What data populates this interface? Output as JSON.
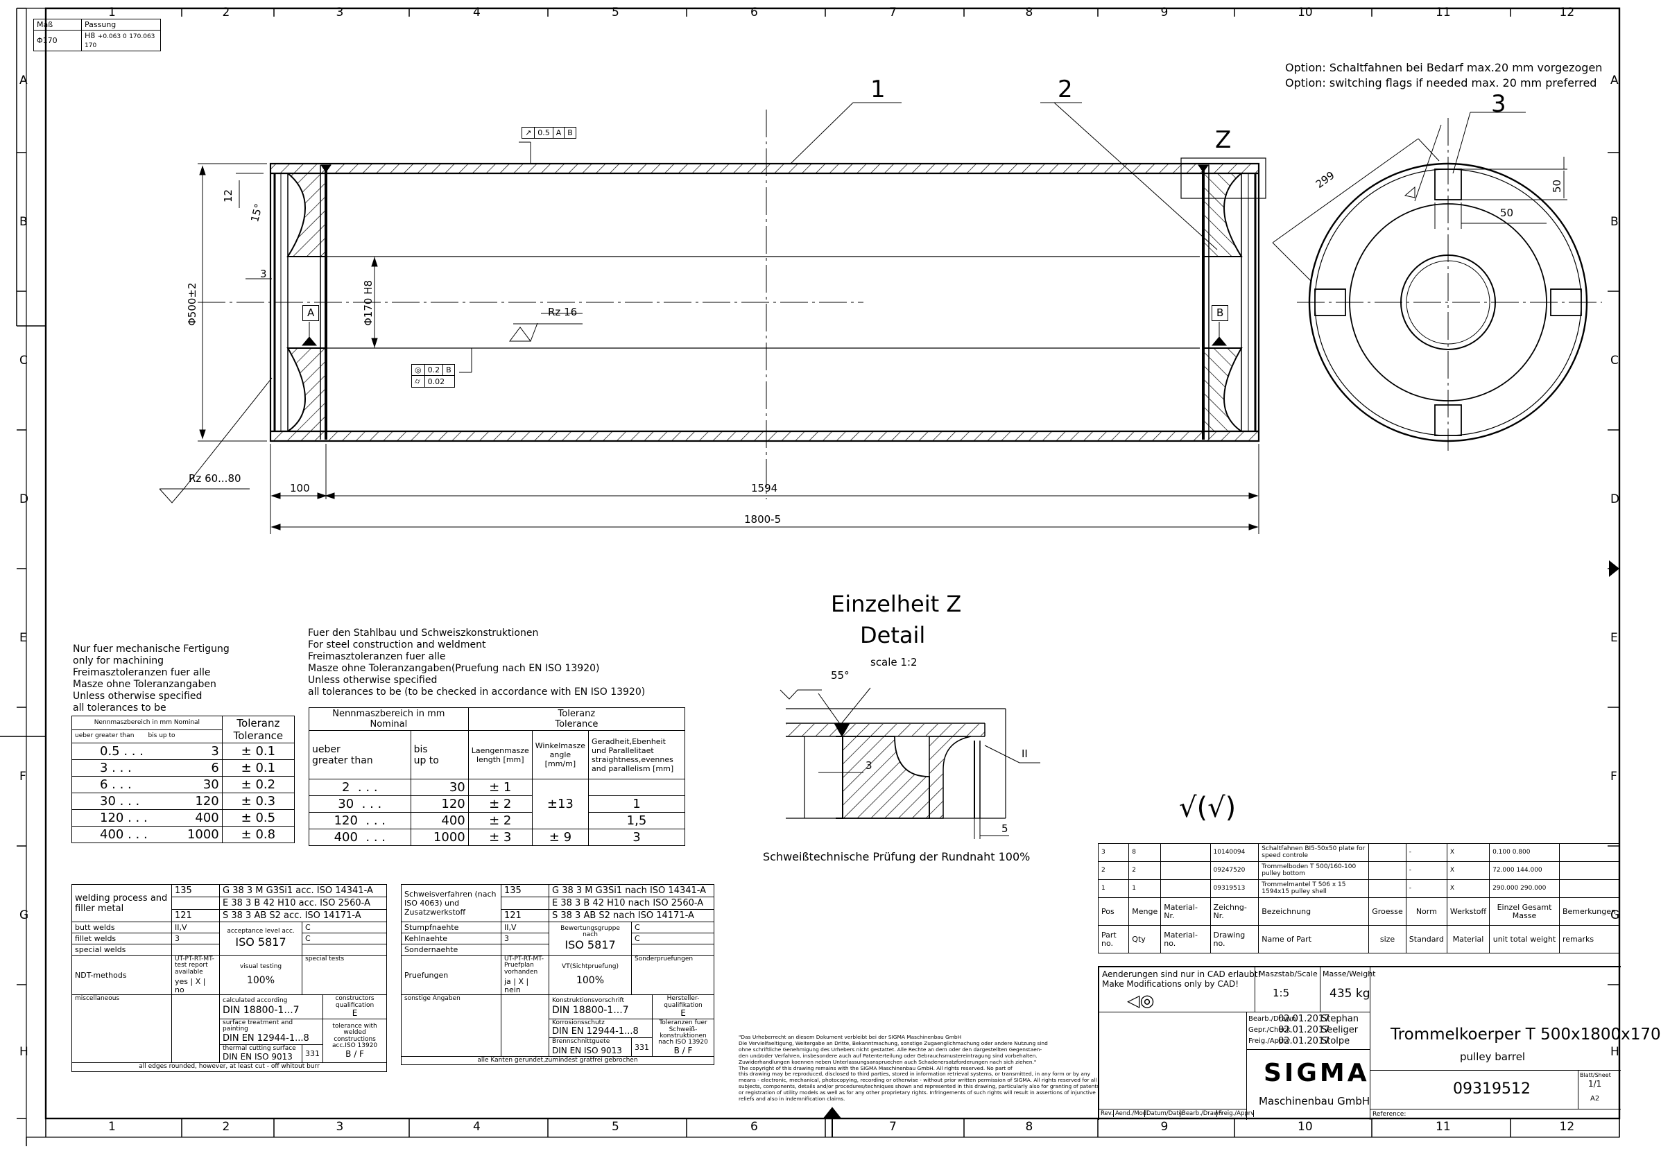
{
  "frame": {
    "columns": [
      "1",
      "2",
      "3",
      "4",
      "5",
      "6",
      "7",
      "8",
      "9",
      "10",
      "11",
      "12"
    ],
    "rows": [
      "A",
      "B",
      "C",
      "D",
      "E",
      "F",
      "G",
      "H"
    ]
  },
  "fit_table": {
    "h1": "Maß",
    "h2": "Passung",
    "dim": "Φ170",
    "fit": "H8",
    "tol_small": "+0.063 0",
    "tol_value": "170.063 170"
  },
  "option_note": {
    "line1": "Option: Schaltfahnen bei Bedarf max.20 mm vorgezogen",
    "line2": "Option: switching flags if needed max. 20 mm preferred"
  },
  "positions": {
    "p1": "1",
    "p2": "2",
    "p3": "3"
  },
  "detail_marker": "Z",
  "dims": {
    "d500": "Φ500±2",
    "d170": "Φ170 H8",
    "d12": "12",
    "d15": "15°",
    "d3": "3",
    "l100": "100",
    "l1594": "1594",
    "l1800": "1800-5",
    "r299": "299",
    "s50a": "50",
    "s50b": "50"
  },
  "datums": {
    "a": "A",
    "b": "B"
  },
  "tolerances": {
    "runout_value": "0.5",
    "runout_ref1": "A",
    "runout_ref2": "B",
    "conc_value": "0.2",
    "conc_ref": "B",
    "cyl_value": "0.02"
  },
  "surfaces": {
    "rz16": "Rz 16",
    "rz6080": "Rz 60...80"
  },
  "detail": {
    "title1": "Einzelheit Z",
    "title2": "Detail",
    "scale": "scale 1:2",
    "angle": "55°",
    "gap": "3",
    "w5": "5",
    "mark": "II",
    "weld_test": "Schweißtechnische Prüfung der Rundnaht 100%",
    "surface_symbol": "√(√)"
  },
  "machining_note": [
    "Nur fuer mechanische Fertigung",
    "only for machining",
    "Freimasztoleranzen fuer alle",
    "Masze ohne Toleranzangaben",
    "Unless otherwise specified",
    "all tolerances to be"
  ],
  "machining_table": {
    "h_range": "Nennmaszbereich in mm Nominal",
    "h_over": "ueber greater than",
    "h_upto": "bis up to",
    "h_tol1": "Toleranz",
    "h_tol2": "Tolerance",
    "rows": [
      {
        "from": "0.5",
        "to": "3",
        "tol": "± 0.1"
      },
      {
        "from": "3",
        "to": "6",
        "tol": "± 0.1"
      },
      {
        "from": "6",
        "to": "30",
        "tol": "± 0.2"
      },
      {
        "from": "30",
        "to": "120",
        "tol": "± 0.3"
      },
      {
        "from": "120",
        "to": "400",
        "tol": "± 0.5"
      },
      {
        "from": "400",
        "to": "1000",
        "tol": "± 0.8"
      }
    ]
  },
  "steel_note": [
    "Fuer den Stahlbau und Schweiszkonstruktionen",
    "For steel construction and weldment",
    "Freimasztoleranzen fuer alle",
    "Masze ohne Toleranzangaben(Pruefung nach EN ISO 13920)",
    "Unless otherwise specified",
    "all tolerances to be (to be checked in accordance with EN ISO 13920)"
  ],
  "steel_table": {
    "h_range1": "Nennmaszbereich in mm",
    "h_range2": "Nominal",
    "h_tol1": "Toleranz",
    "h_tol2": "Tolerance",
    "h_over1": "ueber",
    "h_over2": "greater than",
    "h_upto1": "bis",
    "h_upto2": "up to",
    "h_len": "Laengenmasze length [mm]",
    "h_ang": "Winkelmasze angle [mm/m]",
    "h_str": "Geradheit,Ebenheit und Parallelitaet straightness,evennes and parallelism [mm]",
    "rows": [
      {
        "from": "2",
        "to": "30",
        "len": "± 1"
      },
      {
        "from": "30",
        "to": "120",
        "len": "± 2"
      },
      {
        "from": "120",
        "to": "400",
        "len": "± 2"
      },
      {
        "from": "400",
        "to": "1000",
        "len": "± 3"
      }
    ],
    "ang1": "±13",
    "ang2": "± 9",
    "str1": "1",
    "str2": "1,5",
    "str3": "3"
  },
  "weld_en": {
    "process": "welding process and filler metal",
    "p135": "135",
    "p121": "121",
    "f1": "G 38 3 M G3Si1 acc. ISO 14341-A",
    "f2": "E 38 3 B 42 H10 acc. ISO 2560-A",
    "f3": "S 38 3 AB S2   acc. ISO 14171-A",
    "butt": "butt welds",
    "butt_v": "II,V",
    "fillet": "fillet welds",
    "fillet_v": "3",
    "special": "special welds",
    "acc_level": "acceptance level acc.",
    "iso5817": "ISO 5817",
    "class_c1": "C",
    "class_c2": "C",
    "ndt": "NDT-methods",
    "ndt_list": "UT-PT-RT-MT- test report available",
    "yes": "yes",
    "x": "X",
    "no": "no",
    "visual": "visual testing",
    "special_tests": "special tests",
    "pct": "100%",
    "misc": "miscellaneous",
    "calc": "calculated according",
    "din18800": "DIN 18800-1...7",
    "surface": "surface treatment and painting",
    "din12944": "DIN EN 12944-1...8",
    "thermal": "thermal cutting surface",
    "din9013": "DIN EN ISO 9013",
    "n331": "331",
    "constructors": "constructors qualification",
    "e": "E",
    "tol_welded": "tolerance with welded constructions acc.ISO 13920",
    "bf": "B / F",
    "footer": "all edges rounded, however, at least cut - off whitout burr"
  },
  "weld_de": {
    "process": "Schweisverfahren (nach ISO 4063) und Zusatzwerkstoff",
    "p135": "135",
    "p121": "121",
    "f1": "G 38 3 M G3Si1 nach ISO 14341-A",
    "f2": "E 38 3 B 42 H10 nach ISO 2560-A",
    "f3": "S 38 3 AB S2   nach ISO 14171-A",
    "stumpf": "Stumpfnaehte",
    "stumpf_v": "II,V",
    "kehl": "Kehlnaehte",
    "kehl_v": "3",
    "sonder": "Sondernaehte",
    "bew": "Bewertungsgruppe nach",
    "iso5817": "ISO 5817",
    "class_c1": "C",
    "class_c2": "C",
    "pruef": "Pruefungen",
    "pruef_list": "UT-PT-RT-MT- Pruefplan vorhanden",
    "ja": "ja",
    "x": "X",
    "nein": "nein",
    "vt": "VT(Sichtpruefung)",
    "sonderpr": "Sonderpruefungen",
    "pct": "100%",
    "sonst": "sonstige Angaben",
    "konstr": "Konstruktionsvorschrift",
    "din18800": "DIN 18800-1...7",
    "korr": "Korrosionsschutz",
    "din12944": "DIN EN 12944-1...8",
    "brenn": "Brennschnittguete",
    "din9013": "DIN EN ISO 9013",
    "n331": "331",
    "herst": "Hersteller- qualifikation",
    "e": "E",
    "tol_sk": "Toleranzen fuer Schweiß- konstruktionen nach ISO 13920",
    "bf": "B / F",
    "footer": "alle Kanten gerundet,zumindest gratfrei gebrochen"
  },
  "copyright": [
    "\"Das Urheberrecht an diesem Dokument verbleibt bei der SIGMA Maschinenbau GmbH",
    "Die Vervielfaeltigung, Weitergabe an Dritte, Bekanntmachung, sonstige Zugaenglichmachung oder andere Nutzung sind",
    "ohne schriftliche Genehmigung des Urhebers nicht gestattet. Alle Rechte an dem oder den dargestellten Gegenstaen-",
    "den und/oder Verfahren, insbesondere auch auf Patenterteilung oder Gebrauchsmustereintragung sind vorbehalten.",
    "Zuwiderhandlungen koennen neben Unterlassungsanspruechen auch Schadenersatzforderungen nach sich ziehen.\"",
    "The copyright of this drawing remains with the SIGMA Maschinenbau GmbH. All rights reserved. No part of",
    "this drawing may be reproduced, disclosed to third parties, stored in information retrieval systems, or transmitted, in any form or by any",
    "means - electronic, mechanical, photocopying, recording or otherwise - without prior written permission of SIGMA. All rights reserved for all",
    "subjects, components, details and/or procedures/techniques shown and represented in this drawing, particularly also for granting of patents",
    "or registration of utility models as well as for any other proprietary rights. Infringements of such rights will result in assertions of injunctive",
    "reliefs and also in indemnification claims."
  ],
  "parts": [
    {
      "pos": "3",
      "qty": "8",
      "mat": "",
      "drw": "10140094",
      "name": "Schaltfahnen BI5-50x50 plate for speed controle",
      "size": "",
      "norm": "-",
      "mat2": "X",
      "w1": "0.100",
      "w2": "0.800"
    },
    {
      "pos": "2",
      "qty": "2",
      "mat": "",
      "drw": "09247520",
      "name": "Trommelboden T 500/160-100 pulley bottom",
      "size": "",
      "norm": "-",
      "mat2": "X",
      "w1": "72.000",
      "w2": "144.000"
    },
    {
      "pos": "1",
      "qty": "1",
      "mat": "",
      "drw": "09319513",
      "name": "Trommelmantel T 506 x 15 1594x15 pulley shell",
      "size": "",
      "norm": "-",
      "mat2": "X",
      "w1": "290.000",
      "w2": "290.000"
    }
  ],
  "parts_header": {
    "pos": "Pos",
    "pos_en": "Part no.",
    "qty": "Menge",
    "qty_en": "Qty",
    "mat": "Material- Nr.",
    "mat_en": "Material- no.",
    "drw": "Zeichng- Nr.",
    "drw_en": "Drawing no.",
    "name": "Bezeichnung",
    "name_en": "Name of Part",
    "size": "Groesse",
    "size_en": "size",
    "norm": "Norm",
    "norm_en": "Standard",
    "werk": "Werkstoff",
    "werk_en": "Material",
    "mass": "Einzel Gesamt Masse",
    "mass_en": "unit total weight",
    "rem": "Bemerkungen",
    "rem_en": "remarks"
  },
  "title_block": {
    "cad1": "Aenderungen sind nur in CAD erlaubt!",
    "cad2": "Make Modifications only by CAD!",
    "scale_label": "Maszstab/Scale",
    "scale": "1:5",
    "mass_label": "Masse/Weight",
    "mass": "435 kg",
    "drawn": "Bearb./Drawn",
    "drawn_date": "02.01.2017",
    "drawn_by": "Stephan",
    "checked": "Gepr./Check",
    "checked_date": "02.01.2017",
    "checked_by": "Seeliger",
    "approved": "Freig./Apprv",
    "approved_date": "02.01.2017",
    "approved_by": "Stolpe",
    "title": "Trommelkoerper T 500x1800x170",
    "subtitle": "pulley barrel",
    "logo": "SIGMA",
    "company": "Maschinenbau GmbH",
    "number": "09319512",
    "sheet_label": "Blatt/Sheet",
    "sheet": "1/1",
    "size": "A2",
    "reference": "Reference:",
    "rev_headers": [
      "Rev.",
      "Aend./Mod.",
      "Datum/Date",
      "Bearb./Drawn",
      "Freig./Apprv"
    ]
  }
}
